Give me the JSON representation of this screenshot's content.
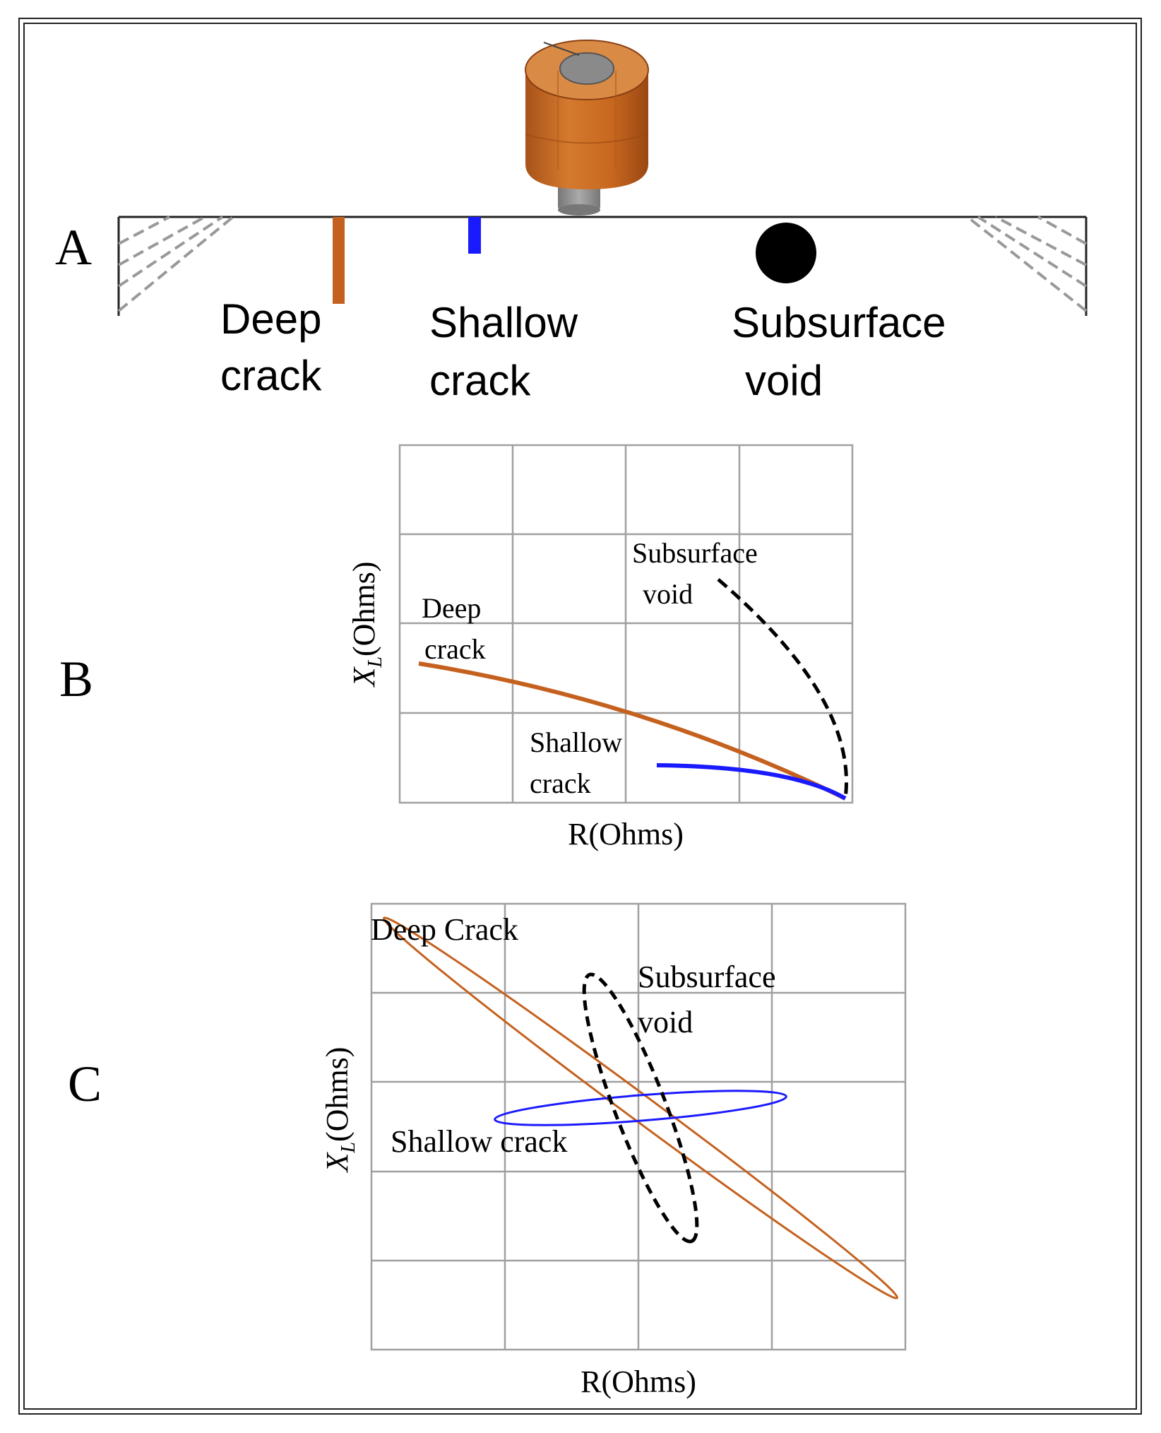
{
  "panels": {
    "A": {
      "label": "A",
      "deep_crack": [
        "Deep",
        "crack"
      ],
      "shallow_crack": [
        "Shallow",
        "crack"
      ],
      "subsurface_void": [
        "Subsurface",
        "void"
      ]
    },
    "B": {
      "label": "B",
      "xlabel": "R(Ohms)",
      "ylabel_main": "X",
      "ylabel_sub": "L",
      "ylabel_rest": "(Ohms)",
      "deep_crack": [
        "Deep",
        "crack"
      ],
      "shallow_crack": [
        "Shallow",
        "crack"
      ],
      "subsurface_void": [
        "Subsurface",
        "void"
      ]
    },
    "C": {
      "label": "C",
      "xlabel": "R(Ohms)",
      "ylabel_main": "X",
      "ylabel_sub": "L",
      "ylabel_rest": "(Ohms)",
      "deep_crack": "Deep Crack",
      "shallow_crack": "Shallow crack",
      "subsurface_void": [
        "Subsurface",
        "void"
      ]
    }
  },
  "colors": {
    "deep_crack": "#c5611e",
    "shallow_crack": "#1a1aff",
    "subsurface_void": "#000000",
    "probe": "#c8681f",
    "grid": "#a0a0a0"
  }
}
